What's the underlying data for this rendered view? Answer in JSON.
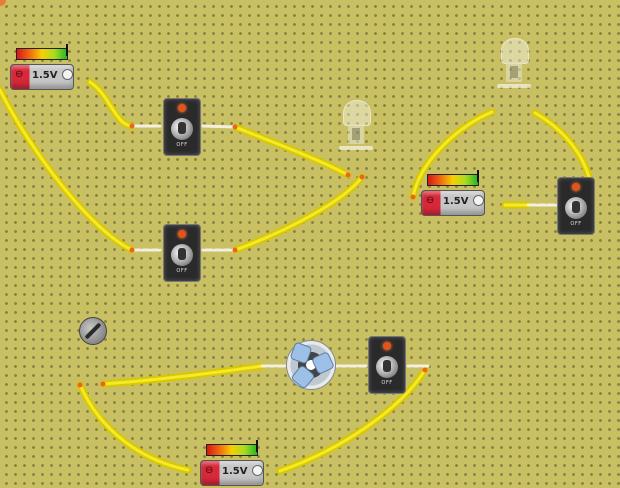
{
  "board": {
    "background": "#c8c063",
    "wire_color": "#d9c800"
  },
  "batteries": [
    {
      "id": "battery-top-left",
      "label": "1.5V",
      "minus": "⊖"
    },
    {
      "id": "battery-right",
      "label": "1.5V",
      "minus": "⊖"
    },
    {
      "id": "battery-bottom",
      "label": "1.5V",
      "minus": "⊖"
    }
  ],
  "switches": [
    {
      "id": "switch-1",
      "state": "OFF"
    },
    {
      "id": "switch-2",
      "state": "OFF"
    },
    {
      "id": "switch-3",
      "state": "OFF"
    },
    {
      "id": "switch-4",
      "state": "OFF"
    }
  ],
  "bulbs": [
    {
      "id": "bulb-center",
      "state": "unlit"
    },
    {
      "id": "bulb-top-right",
      "state": "unlit"
    }
  ],
  "motor": {
    "id": "motor-fan",
    "icon": "fan-icon"
  },
  "resistor": {
    "id": "resistor",
    "icon": "screw-icon"
  }
}
